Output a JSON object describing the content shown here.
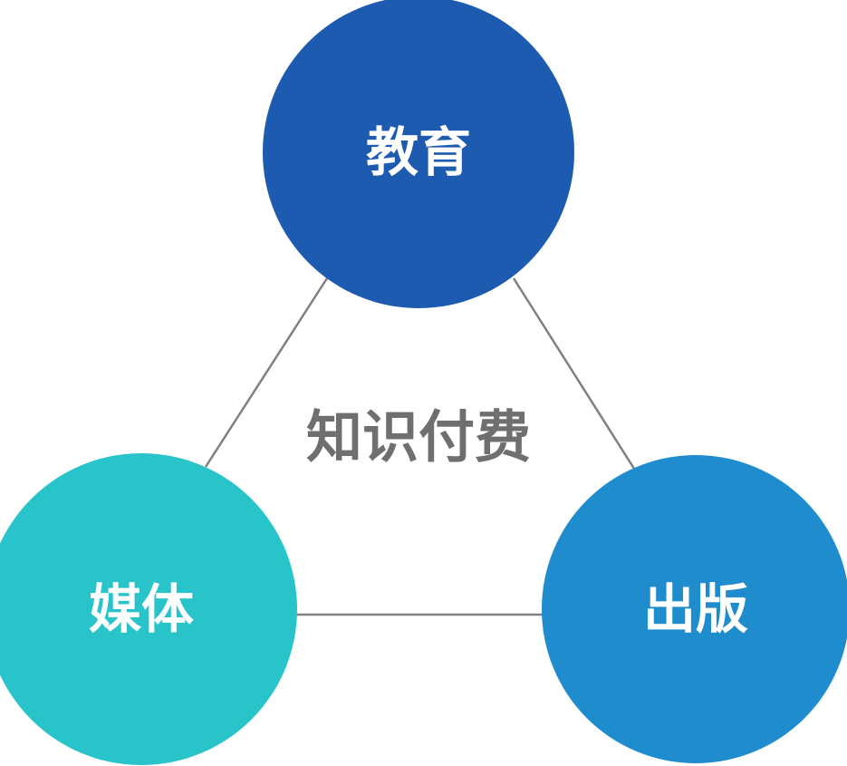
{
  "center": {
    "label": "知识付费"
  },
  "nodes": [
    {
      "id": "education",
      "label": "教育",
      "color": "#1d5bb1"
    },
    {
      "id": "media",
      "label": "媒体",
      "color": "#29c4c9"
    },
    {
      "id": "publishing",
      "label": "出版",
      "color": "#1f8ccd"
    }
  ],
  "connector_color": "#808080"
}
